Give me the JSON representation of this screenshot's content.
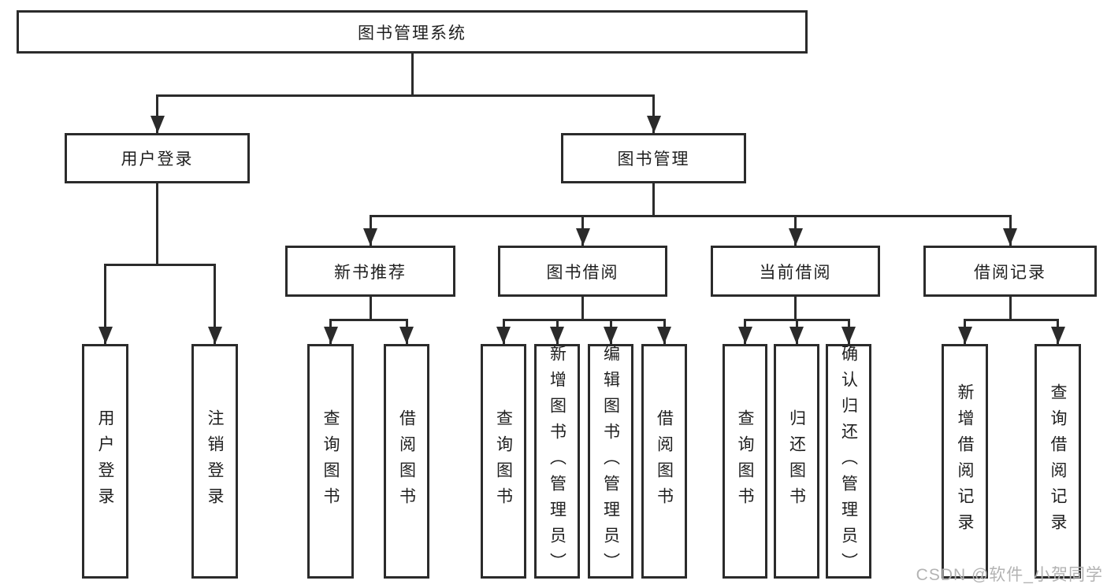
{
  "diagram": {
    "title": "图书管理系统",
    "type": "hierarchy-tree",
    "watermark": "CSDN @软件_小贺同学"
  },
  "colors": {
    "line": "#2b2b2b",
    "text": "#1f1f1f",
    "background": "#ffffff",
    "watermark": "#b3b3b3"
  },
  "nodes": {
    "root": {
      "label": "图书管理系统"
    },
    "level2": [
      {
        "label": "用户登录",
        "parent": "图书管理系统"
      },
      {
        "label": "图书管理",
        "parent": "图书管理系统"
      }
    ],
    "level3": [
      {
        "label": "新书推荐",
        "parent": "图书管理"
      },
      {
        "label": "图书借阅",
        "parent": "图书管理"
      },
      {
        "label": "当前借阅",
        "parent": "图书管理"
      },
      {
        "label": "借阅记录",
        "parent": "图书管理"
      }
    ],
    "level4": [
      {
        "label": "用户登录",
        "parent": "用户登录"
      },
      {
        "label": "注销登录",
        "parent": "用户登录"
      },
      {
        "label": "查询图书",
        "parent": "新书推荐"
      },
      {
        "label": "借阅图书",
        "parent": "新书推荐"
      },
      {
        "label": "查询图书",
        "parent": "图书借阅"
      },
      {
        "label": "新增图书（管理员）",
        "parent": "图书借阅"
      },
      {
        "label": "编辑图书（管理员）",
        "parent": "图书借阅"
      },
      {
        "label": "借阅图书",
        "parent": "图书借阅"
      },
      {
        "label": "查询图书",
        "parent": "当前借阅"
      },
      {
        "label": "归还图书",
        "parent": "当前借阅"
      },
      {
        "label": "确认归还（管理员）",
        "parent": "当前借阅"
      },
      {
        "label": "新增借阅记录",
        "parent": "借阅记录"
      },
      {
        "label": "查询借阅记录",
        "parent": "借阅记录"
      }
    ]
  }
}
